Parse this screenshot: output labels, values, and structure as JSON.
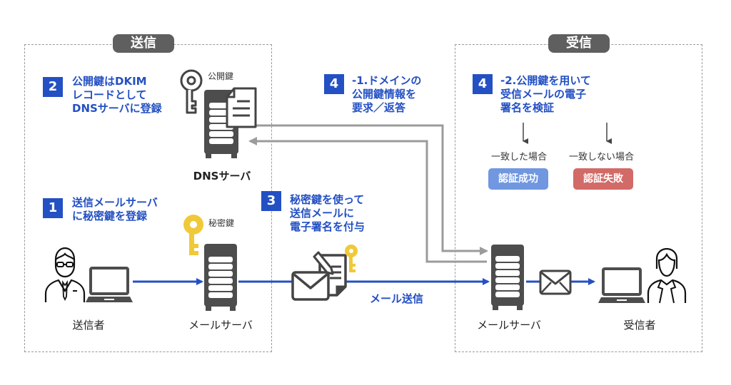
{
  "zones": {
    "send": {
      "tag": "送信"
    },
    "receive": {
      "tag": "受信"
    }
  },
  "steps": [
    {
      "num": "1",
      "text": "送信メールサーバ\nに秘密鍵を登録"
    },
    {
      "num": "2",
      "text": "公開鍵はDKIM\nレコードとして\nDNSサーバに登録"
    },
    {
      "num": "3",
      "text": "秘密鍵を使って\n送信メールに\n電子署名を付与"
    },
    {
      "num": "4",
      "text": "-1.ドメインの\n公開鍵情報を\n要求／返答"
    },
    {
      "num": "4",
      "text": "-2.公開鍵を用いて\n受信メールの電子\n署名を検証"
    }
  ],
  "nodes": {
    "sender": "送信者",
    "send_mail_server": "メールサーバ",
    "dns_server": "DNSサーバ",
    "recv_mail_server": "メールサーバ",
    "receiver": "受信者"
  },
  "key_labels": {
    "public_key": "公開鍵",
    "private_key": "秘密鍵"
  },
  "flow_labels": {
    "mail_send": "メール送信"
  },
  "verification": {
    "match_label": "一致した場合",
    "mismatch_label": "一致しない場合",
    "success": "認証成功",
    "failure": "認証失敗"
  },
  "colors": {
    "accent_blue": "#2350c3",
    "success_bg": "#7097e0",
    "failure_bg": "#d26a67",
    "key_yellow": "#f0c93a",
    "server_gray": "#4d4d4d",
    "arrow_gray": "#9b9b9b"
  }
}
